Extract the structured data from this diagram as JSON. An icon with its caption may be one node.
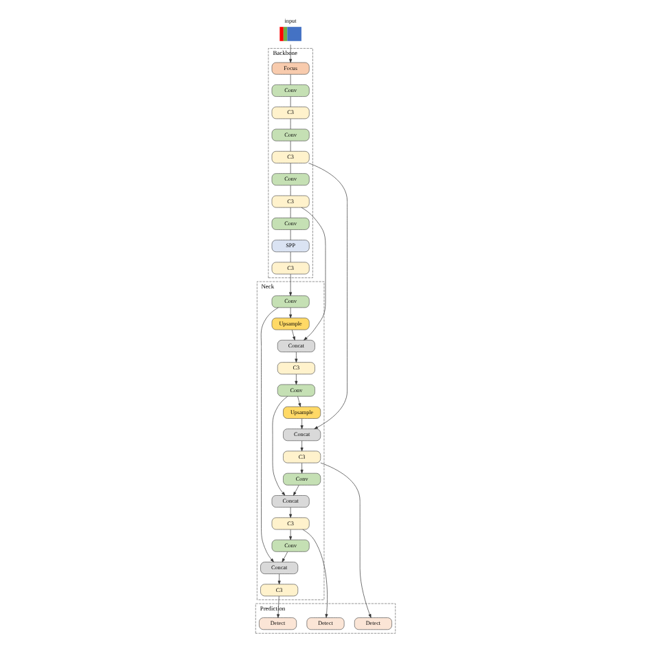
{
  "diagram": {
    "nodes": [
      {
        "text": [
          "input"
        ]
      },
      {
        "text": [
          "Backbone"
        ]
      },
      {
        "text": [
          "Neck"
        ]
      },
      {
        "text": [
          "Prediction"
        ]
      },
      {
        "text": [
          "Focus"
        ],
        "in": 1
      },
      {
        "text": [
          "Conv"
        ],
        "in": 1
      },
      {
        "text": [
          "C3"
        ],
        "in": 1
      },
      {
        "text": [
          "Conv"
        ],
        "in": 1
      },
      {
        "text": [
          "C3"
        ],
        "in": 1
      },
      {
        "text": [
          "Conv"
        ],
        "in": 1
      },
      {
        "text": [
          "C3"
        ],
        "in": 1
      },
      {
        "text": [
          "Conv"
        ],
        "in": 1
      },
      {
        "text": [
          "SPP"
        ],
        "in": 1
      },
      {
        "text": [
          "C3"
        ],
        "in": 1
      },
      {
        "text": [
          "Concat"
        ],
        "in": 2
      },
      {
        "text": [
          "Upsample"
        ],
        "in": 2
      },
      {
        "text": [
          "Conv"
        ],
        "in": 2
      },
      {
        "text": [
          "C3"
        ],
        "in": 2
      },
      {
        "text": [
          "Concat"
        ],
        "in": 2
      },
      {
        "text": [
          "Upsample"
        ],
        "in": 2
      },
      {
        "text": [
          "Conv"
        ],
        "in": 2
      },
      {
        "text": [
          "C3"
        ],
        "in": 2
      },
      {
        "text": [
          "Conv"
        ],
        "in": 2
      },
      {
        "text": [
          "Concat"
        ],
        "in": 2
      },
      {
        "text": [
          "C3"
        ],
        "in": 2
      },
      {
        "text": [
          "Conv"
        ],
        "in": 2
      },
      {
        "text": [
          "Concat"
        ],
        "in": 2
      },
      {
        "text": [
          "C3"
        ],
        "in": 2
      },
      {
        "text": [
          "Detect"
        ],
        "in": 3
      },
      {
        "text": [
          "Detect"
        ],
        "in": 3
      },
      {
        "text": [
          "Detect"
        ],
        "in": 3
      }
    ],
    "edges": [
      {
        "from": 0,
        "to": 4,
        "arrow": "to"
      },
      {
        "from": 4,
        "to": 5,
        "arrow": "none"
      },
      {
        "from": 5,
        "to": 6,
        "arrow": "none"
      },
      {
        "from": 6,
        "to": 7,
        "arrow": "none"
      },
      {
        "from": 7,
        "to": 8,
        "arrow": "none"
      },
      {
        "from": 8,
        "to": 9,
        "arrow": "none"
      },
      {
        "from": 9,
        "to": 10,
        "arrow": "none"
      },
      {
        "from": 10,
        "to": 11,
        "arrow": "none"
      },
      {
        "from": 11,
        "to": 12,
        "arrow": "none"
      },
      {
        "from": 12,
        "to": 13,
        "arrow": "none"
      },
      {
        "from": 13,
        "to": 20,
        "arrow": "to"
      },
      {
        "from": 20,
        "to": 19,
        "arrow": "to"
      },
      {
        "from": 19,
        "to": 18,
        "arrow": "to"
      },
      {
        "from": 10,
        "to": 18,
        "arrow": "to"
      },
      {
        "from": 18,
        "to": 17,
        "arrow": "to"
      },
      {
        "from": 17,
        "to": 16,
        "arrow": "to"
      },
      {
        "from": 16,
        "to": 15,
        "arrow": "to"
      },
      {
        "from": 15,
        "to": 14,
        "arrow": "to"
      },
      {
        "from": 8,
        "to": 14,
        "arrow": "to"
      },
      {
        "from": 14,
        "to": 21,
        "arrow": "to"
      },
      {
        "from": 21,
        "to": 28,
        "arrow": "to"
      },
      {
        "from": 21,
        "to": 22,
        "arrow": "to"
      },
      {
        "from": 22,
        "to": 23,
        "arrow": "to"
      },
      {
        "from": 16,
        "to": 23,
        "arrow": "to"
      },
      {
        "from": 23,
        "to": 24,
        "arrow": "to"
      },
      {
        "from": 24,
        "to": 29,
        "arrow": "to"
      },
      {
        "from": 24,
        "to": 25,
        "arrow": "to"
      },
      {
        "from": 25,
        "to": 26,
        "arrow": "to"
      },
      {
        "from": 20,
        "to": 26,
        "arrow": "to"
      },
      {
        "from": 26,
        "to": 27,
        "arrow": "to"
      },
      {
        "from": 27,
        "to": 30,
        "arrow": "to"
      }
    ]
  }
}
